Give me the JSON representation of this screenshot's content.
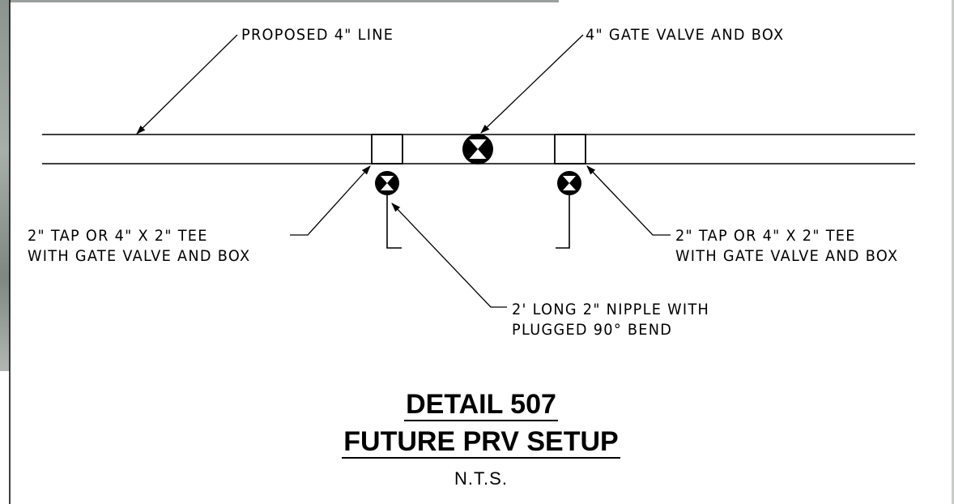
{
  "callouts": {
    "proposed_line": "PROPOSED 4\" LINE",
    "gate_valve": "4\" GATE VALVE AND BOX",
    "left_tee_line1": "2\" TAP OR 4\" X 2\" TEE",
    "left_tee_line2": "WITH GATE VALVE AND BOX",
    "right_tee_line1": "2\" TAP OR 4\" X 2\" TEE",
    "right_tee_line2": "WITH GATE VALVE AND BOX",
    "nipple_line1": "2' LONG 2\" NIPPLE WITH",
    "nipple_line2": "PLUGGED 90° BEND"
  },
  "title": {
    "detail": "DETAIL 507",
    "name": "FUTURE PRV SETUP",
    "scale": "N.T.S."
  }
}
